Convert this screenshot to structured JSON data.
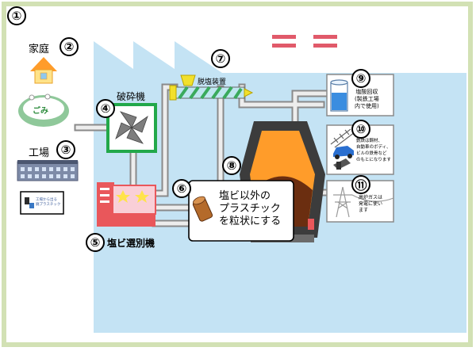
{
  "step_numbers": [
    "①",
    "②",
    "③",
    "④",
    "⑤",
    "⑥",
    "⑦",
    "⑧",
    "⑨",
    "⑩",
    "⑪"
  ],
  "labels": {
    "household": "家庭",
    "factory": "工場",
    "crusher": "破砕機",
    "dechlorination": "脱塩装置",
    "sorter": "塩ビ選別機"
  },
  "garbage_text": "ごみ",
  "factory_card": [
    "工場から出る",
    "廃プラスチック"
  ],
  "callout_lines": [
    "塩ビ以外の",
    "プラスチック",
    "を粒状にする"
  ],
  "output_hydrochloric": [
    "塩酸回収",
    "(製鉄工場",
    "内で使用)"
  ],
  "output_iron": [
    "銑鉄は鋼材、",
    "自動車のボディ、",
    "ビルの鉄骨など",
    "のもとになります"
  ],
  "output_gas": [
    "高炉ガスは",
    "発電に使い",
    "ます"
  ],
  "colors": {
    "border_green": "#d2e1b4",
    "factory_blue": "#c4e3f4",
    "pipe": "#e8e8e8",
    "crusher_green": "#22a84a",
    "furnace_orange": "#ff9c2a",
    "sorter_pink": "#f9cfd7",
    "sorter_red": "#e9575b"
  }
}
